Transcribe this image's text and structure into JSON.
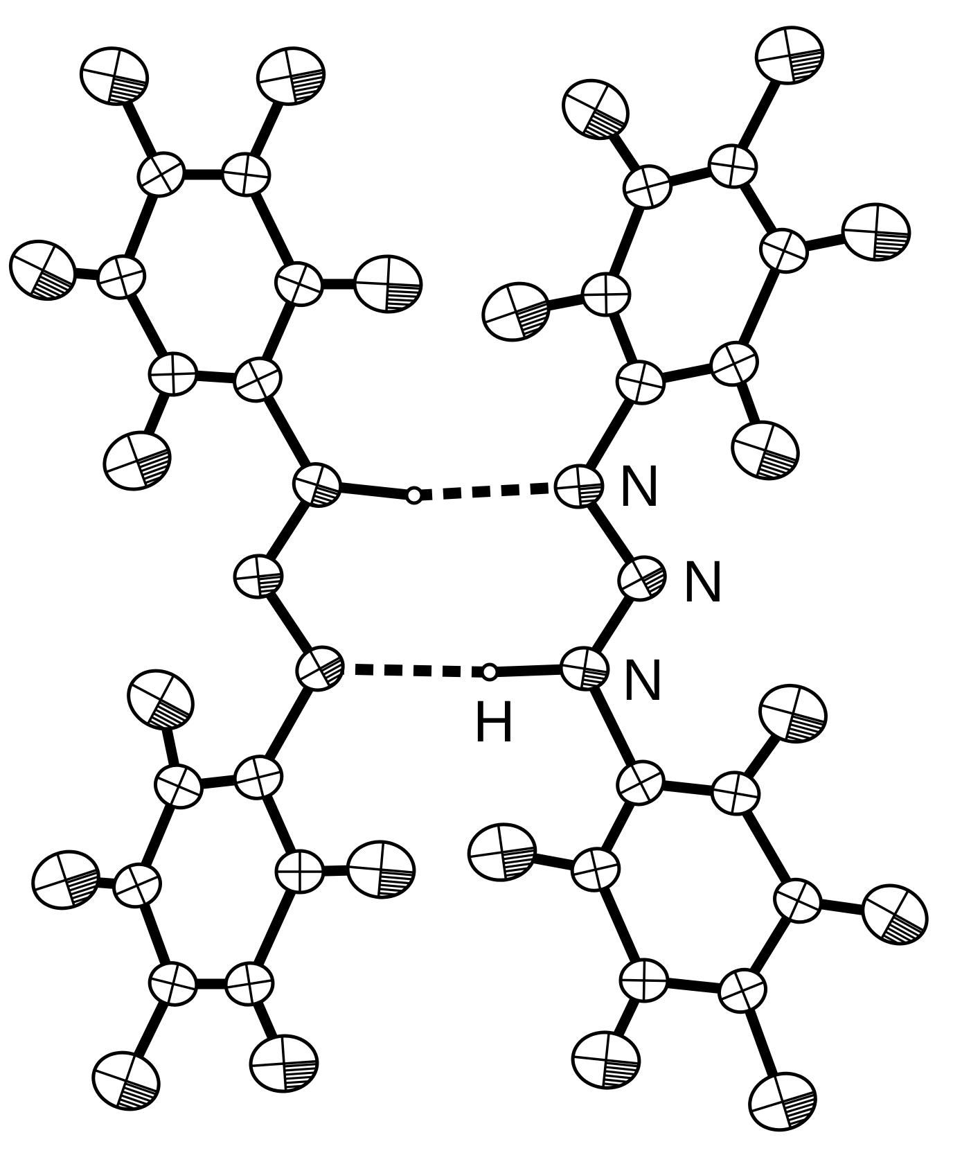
{
  "labels": {
    "n_top": "N",
    "n_mid": "N",
    "n_bottom": "N",
    "h": "H"
  }
}
